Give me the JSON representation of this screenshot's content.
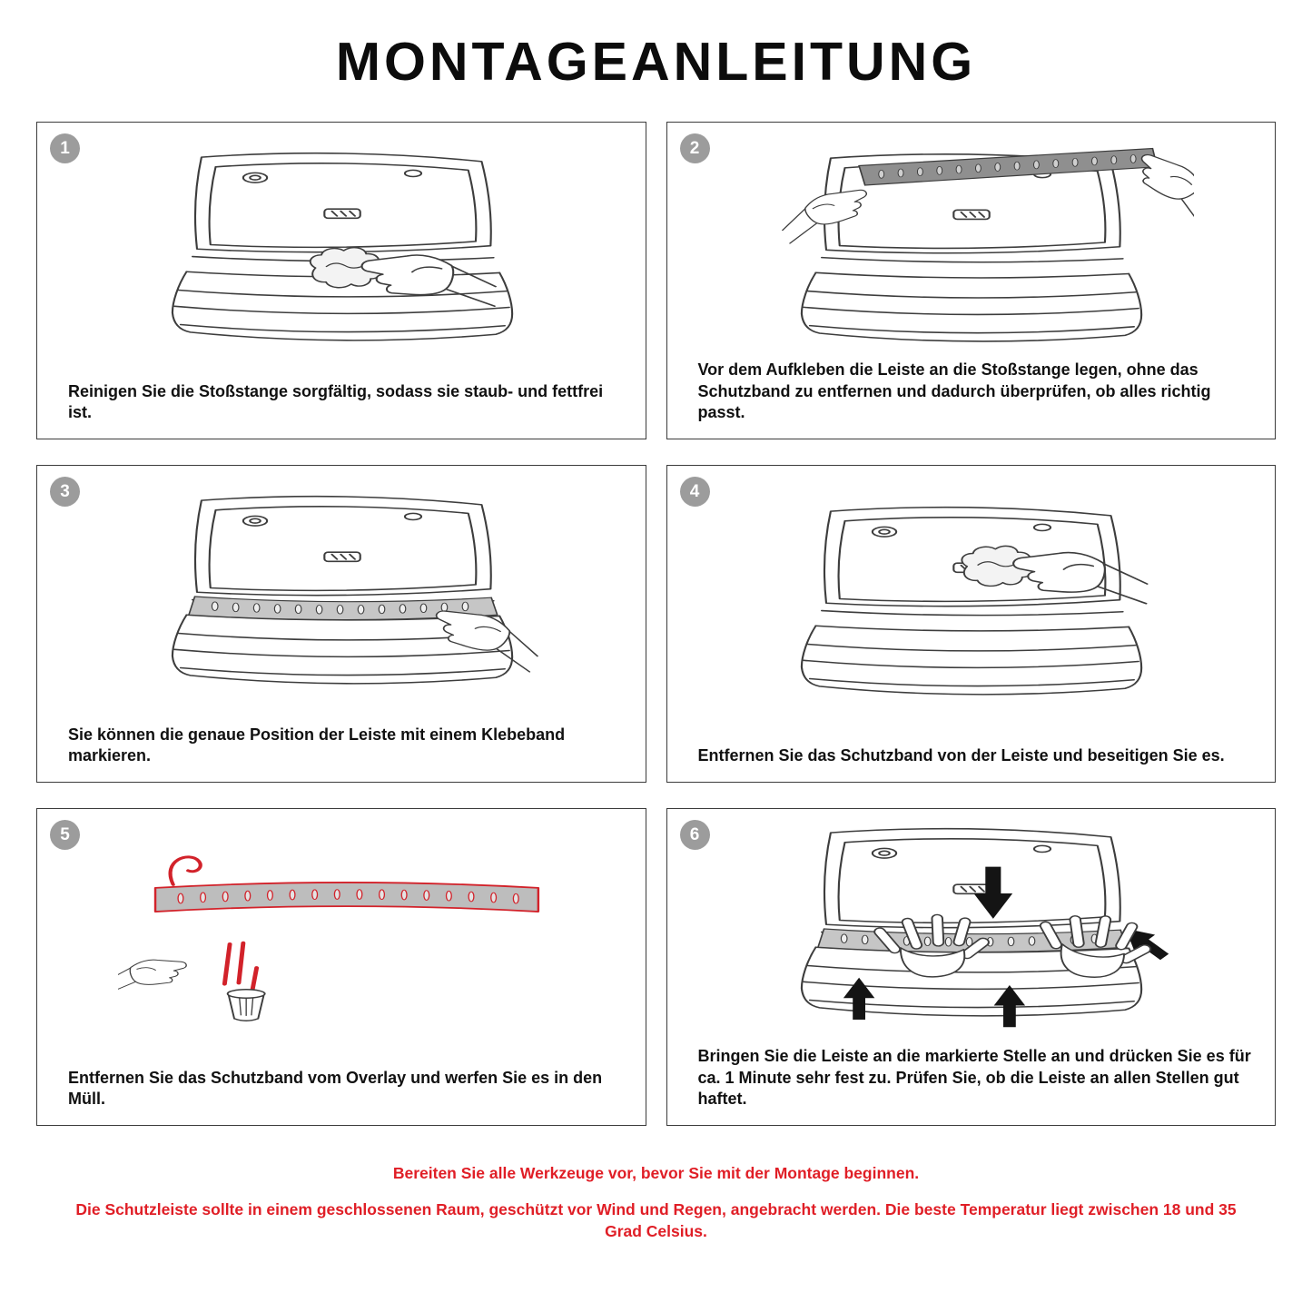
{
  "page": {
    "title": "MONTAGEANLEITUNG"
  },
  "steps": [
    {
      "number": "1",
      "illustration": "bumper-cleaning",
      "caption": "Reinigen Sie die Stoßstange sorgfältig, sodass sie staub- und fettfrei ist."
    },
    {
      "number": "2",
      "illustration": "strip-test-fit",
      "caption": "Vor dem Aufkleben die Leiste an die Stoßstange legen, ohne das Schutzband zu entfernen und dadurch überprüfen, ob alles richtig passt."
    },
    {
      "number": "3",
      "illustration": "strip-position-marking",
      "caption": "Sie können die genaue Position der Leiste mit einem Klebeband markieren."
    },
    {
      "number": "4",
      "illustration": "protective-tape-removal",
      "caption": "Entfernen Sie das Schutzband von der Leiste und beseitigen Sie es."
    },
    {
      "number": "5",
      "illustration": "overlay-film-disposal",
      "caption": "Entfernen Sie das Schutzband vom Overlay und werfen Sie es in den Müll."
    },
    {
      "number": "6",
      "illustration": "strip-pressing",
      "caption": "Bringen Sie die Leiste an die markierte Stelle an und drücken Sie es für ca. 1 Minute sehr fest zu. Prüfen Sie, ob die Leiste an allen Stellen gut haftet."
    }
  ],
  "footer": {
    "line1": "Bereiten Sie alle Werkzeuge vor, bevor Sie mit der Montage beginnen.",
    "line2": "Die Schutzleiste sollte in einem geschlossenen Raum, geschützt vor Wind und Regen, angebracht werden. Die beste Temperatur liegt zwischen 18 und 35 Grad Celsius."
  },
  "colors": {
    "accent_red": "#e01e26",
    "badge_gray": "#9c9c9c",
    "line_art": "#3d3d3d",
    "strip_gray": "#bdbdbd"
  }
}
